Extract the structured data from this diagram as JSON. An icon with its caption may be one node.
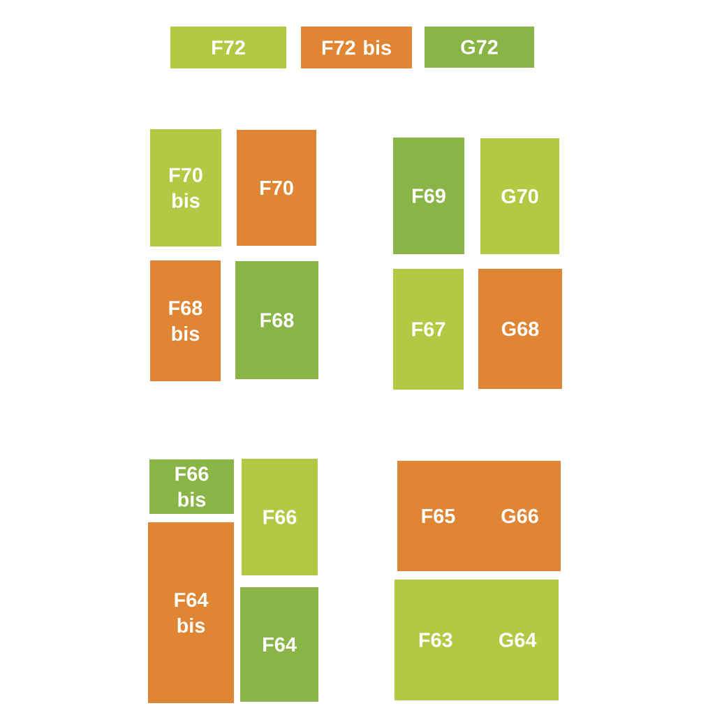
{
  "diagram": {
    "nodes": [
      {
        "text": [
          "F72"
        ]
      },
      {
        "text": [
          "F72 bis"
        ]
      },
      {
        "text": [
          "G72"
        ]
      },
      {
        "text": [
          "F70 bis"
        ]
      },
      {
        "text": [
          "F70"
        ]
      },
      {
        "text": [
          "F69"
        ]
      },
      {
        "text": [
          "G70"
        ]
      },
      {
        "text": [
          "F68 bis"
        ]
      },
      {
        "text": [
          "F68"
        ]
      },
      {
        "text": [
          "F67"
        ]
      },
      {
        "text": [
          "G68"
        ]
      },
      {
        "text": [
          "F66 bis"
        ]
      },
      {
        "text": [
          "F66"
        ]
      },
      {
        "text": [
          "F64 bis"
        ]
      },
      {
        "text": [
          "F64"
        ]
      },
      {
        "text": [
          "F65",
          "G66"
        ]
      },
      {
        "text": [
          "F63",
          "G64"
        ]
      }
    ]
  }
}
